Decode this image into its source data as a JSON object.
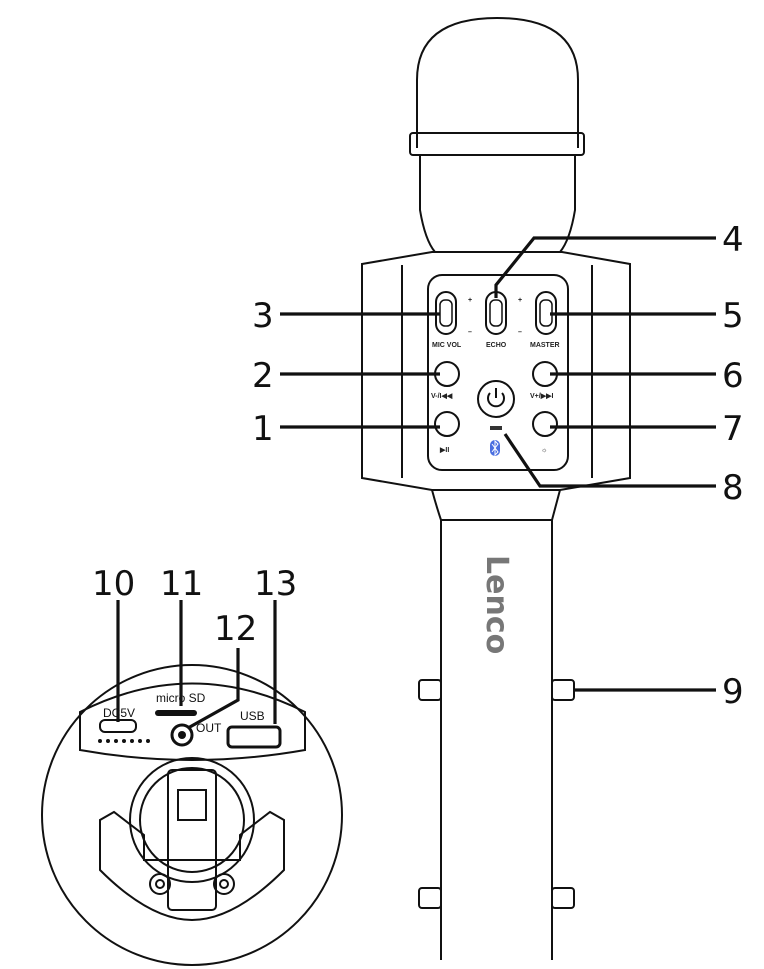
{
  "brand": "Lenco",
  "callouts": [
    "1",
    "2",
    "3",
    "4",
    "5",
    "6",
    "7",
    "8",
    "9",
    "10",
    "11",
    "12",
    "13"
  ],
  "control_labels": {
    "mic_vol": "MIC VOL",
    "echo": "ECHO",
    "master": "MASTER",
    "prev": "V-/I◀◀",
    "next": "V+/▶▶I",
    "play": "▶II",
    "light": "☼",
    "plus": "+",
    "minus": "–"
  },
  "port_labels": {
    "dc": "DC5V",
    "sd": "micro SD",
    "out": "OUT",
    "usb": "USB"
  }
}
